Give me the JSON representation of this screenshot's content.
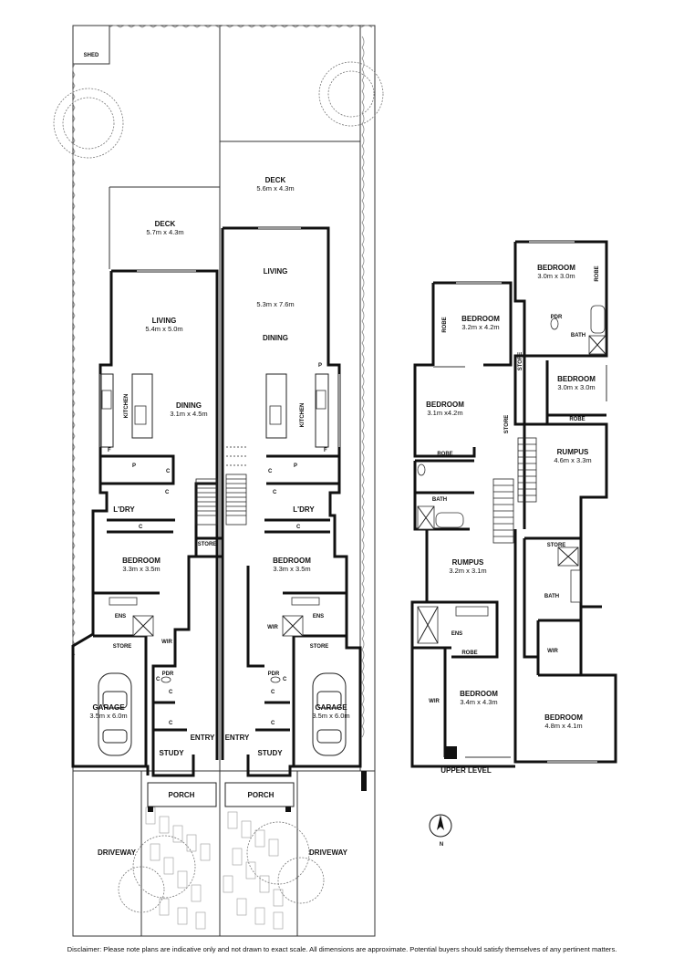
{
  "ground": {
    "shed": "SHED",
    "deck_left": {
      "name": "DECK",
      "size": "5.7m x 4.3m"
    },
    "deck_right": {
      "name": "DECK",
      "size": "5.6m x 4.3m"
    },
    "living_left": {
      "name": "LIVING",
      "size": "5.4m x 5.0m"
    },
    "kitchen": "KITCHEN",
    "dining_left": {
      "name": "DINING",
      "size": "3.1m x 4.5m"
    },
    "living_right": {
      "name": "LIVING",
      "size": "5.3m x 7.6m",
      "second": "DINING"
    },
    "laundry": "L'DRY",
    "store": "STORE",
    "bedroom_left": {
      "name": "BEDROOM",
      "size": "3.3m x 3.5m"
    },
    "bedroom_right": {
      "name": "BEDROOM",
      "size": "3.3m x 3.5m"
    },
    "ens": "ENS",
    "wir": "WIR",
    "pdr": "PDR",
    "garage_left": {
      "name": "GARAGE",
      "size": "3.5m x 6.0m"
    },
    "garage_right": {
      "name": "GARAGE",
      "size": "3.5m x 6.0m"
    },
    "entry": "ENTRY",
    "study": "STUDY",
    "porch": "PORCH",
    "driveway": "DRIVEWAY",
    "p": "P",
    "c": "C",
    "f": "F"
  },
  "upper": {
    "label": "UPPER LEVEL",
    "bed1": {
      "name": "BEDROOM",
      "size": "3.2m x 4.2m"
    },
    "bed2": {
      "name": "BEDROOM",
      "size": "3.1m x4.2m"
    },
    "bed3": {
      "name": "BEDROOM",
      "size": "3.0m x 3.0m"
    },
    "bed4": {
      "name": "BEDROOM",
      "size": "3.0m x 3.0m"
    },
    "rumpus_right": {
      "name": "RUMPUS",
      "size": "4.6m x 3.3m"
    },
    "rumpus_left": {
      "name": "RUMPUS",
      "size": "3.2m x 3.1m"
    },
    "bed5": {
      "name": "BEDROOM",
      "size": "3.4m x 4.3m"
    },
    "bed6": {
      "name": "BEDROOM",
      "size": "4.8m x 4.1m"
    },
    "robe": "ROBE",
    "bath": "BATH",
    "pdr": "PDR",
    "store": "STORE",
    "ens": "ENS",
    "wir": "WIR"
  },
  "compass": "N",
  "disclaimer": "Disclaimer: Please note plans are indicative only and not drawn to exact scale. All dimensions are approximate. Potential buyers should satisfy themselves of any pertinent matters."
}
